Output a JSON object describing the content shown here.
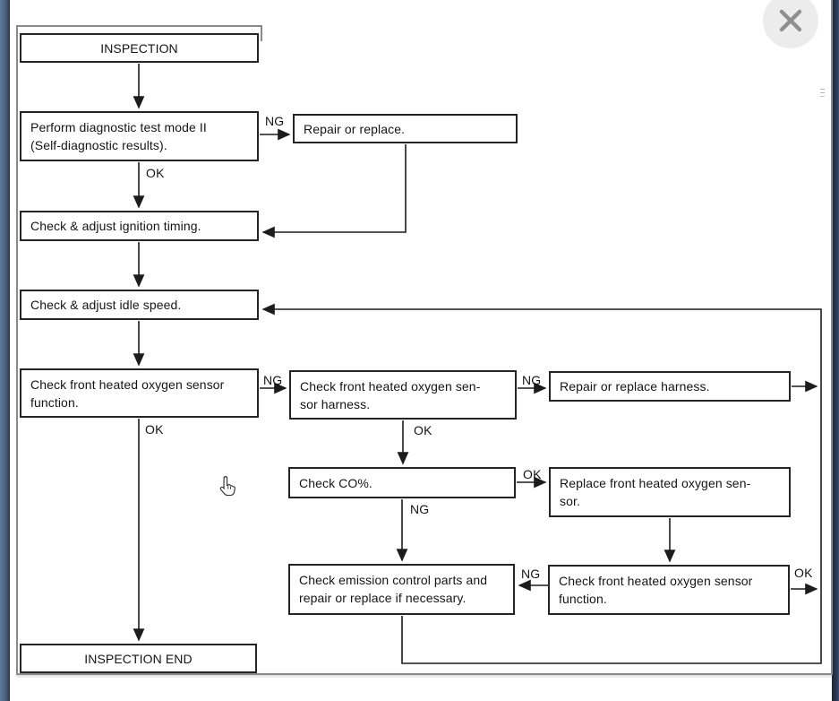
{
  "viewer": {
    "icons": {
      "close": "x-cross",
      "cursor": "hand-pointer"
    },
    "colors": {
      "flow_line": "#1c1c1c",
      "box_border": "#242424",
      "page_frame": "#8a8a8a",
      "left_strip": "#4c6181",
      "right_strip": "#2b3a52",
      "close_bg": "#ececec",
      "close_x": "#8f8f8f"
    }
  },
  "flowchart": {
    "nodes": {
      "start": {
        "text": "INSPECTION"
      },
      "diagnostic": {
        "line1": "Perform diagnostic test mode II",
        "line2": "(Self-diagnostic results)."
      },
      "repair_replace": {
        "text": "Repair or replace."
      },
      "ignition": {
        "text": "Check & adjust ignition timing."
      },
      "idle": {
        "text": "Check & adjust idle speed."
      },
      "o2_function": {
        "line1": "Check front heated oxygen sensor",
        "line2": "function."
      },
      "o2_harness": {
        "line1": "Check front heated oxygen sen-",
        "line2": "sor harness."
      },
      "repair_harness": {
        "text": "Repair or replace harness."
      },
      "check_co": {
        "text": "Check CO%."
      },
      "replace_o2": {
        "line1": "Replace front heated oxygen sen-",
        "line2": "sor."
      },
      "emission": {
        "line1": "Check emission control parts and",
        "line2": "repair or replace if necessary."
      },
      "o2_function_2": {
        "line1": "Check front heated oxygen sensor",
        "line2": "function."
      },
      "end": {
        "text": "INSPECTION END"
      }
    },
    "labels": {
      "diag_ng": "NG",
      "diag_ok": "OK",
      "func_ng": "NG",
      "func_ok": "OK",
      "harness_ng": "NG",
      "harness_ok": "OK",
      "co_ok": "OK",
      "co_ng": "NG",
      "func2_ng": "NG",
      "func2_ok": "OK"
    }
  }
}
